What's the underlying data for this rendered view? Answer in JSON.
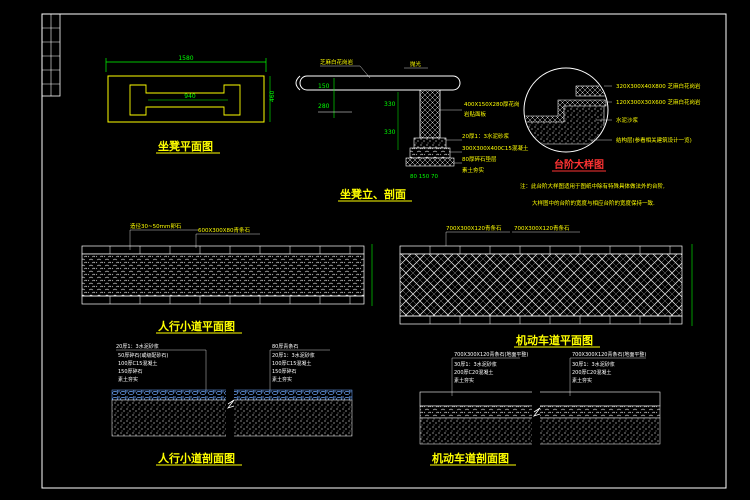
{
  "title_block": {
    "rows": 6
  },
  "bench_plan": {
    "title": "坐凳平面图",
    "dim_length": "1580",
    "dim_inner": "940",
    "dim_width": "460"
  },
  "bench_section": {
    "title": "坐凳立、剖面",
    "labels": {
      "top_note": "芝麻白花岗岩",
      "mark_a": "抛光",
      "stone_spec": "400X150X280厚花岗",
      "stone_spec2": "岩贴面板",
      "mortar": "20厚1：3水泥砂浆",
      "concrete": "300X300X400C15混凝土",
      "gravel": "80厚碎石垫层",
      "soil": "素土夯实"
    },
    "dims": [
      "150",
      "280",
      "330",
      "330"
    ],
    "bottom_dims": "80 150 70"
  },
  "step_detail": {
    "title": "台阶大样图",
    "labels": [
      "320X300X40X800 芝麻白花岗岩",
      "120X300X30X600 芝麻白花岗岩",
      "水泥沙浆",
      "结构层(参看相关建筑设计一览)"
    ],
    "note1": "注：此台阶大样图适用于图纸中除有特殊具体做法外的台阶,",
    "note2": "大样图中的台阶的宽度与相应台阶的宽度保持一致."
  },
  "walk_plan": {
    "title": "人行小道平面图",
    "label1": "造径30~50mm卵石",
    "label2": "600X300X80青条石"
  },
  "road_plan": {
    "title": "机动车道平面图",
    "label1": "700X300X120青条石",
    "label2": "700X300X120青条石"
  },
  "walk_section": {
    "title": "人行小道剖面图",
    "left_header": "20厚1：3水泥砂浆",
    "left_lines": [
      "50厚碎石(或级配砂石)",
      "100厚C15混凝土",
      "150厚碎石",
      "素土夯实"
    ],
    "right_header": "80厚青条石",
    "right_lines": [
      "20厚1：3水泥砂浆",
      "100厚C15混凝土",
      "150厚碎石",
      "素土夯实"
    ]
  },
  "road_section": {
    "title": "机动车道剖面图",
    "left_header": "700X300X120青条石(地面平整)",
    "left_lines": [
      "30厚1：3水泥砂浆",
      "200厚C20混凝土",
      "素土夯实"
    ],
    "right_header": "700X300X120青条石(地面平整)",
    "right_lines": [
      "30厚1：3水泥砂浆",
      "200厚C20混凝土",
      "素土夯实"
    ]
  },
  "colors": {
    "background": "#000000",
    "line": "#ffffff",
    "title": "#ffff00",
    "dimension": "#00ff00",
    "accent": "#ff0000",
    "text_green": "#00ff00",
    "hatch": "#cccccc"
  }
}
